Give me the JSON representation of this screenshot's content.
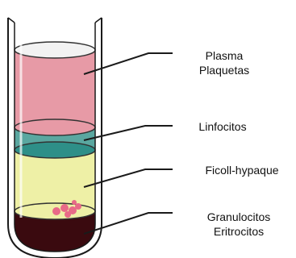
{
  "layers": [
    {
      "id": "plasma",
      "lines": [
        "Plasma",
        "Plaquetas"
      ],
      "color": "#e79aa6"
    },
    {
      "id": "linfocitos",
      "lines": [
        "Linfocitos"
      ],
      "color": "#5aa7a0"
    },
    {
      "id": "ficoll",
      "lines": [
        "Ficoll-hypaque"
      ],
      "color": "#eef0a6"
    },
    {
      "id": "granulocitos",
      "lines": [
        "Granulocitos",
        "Eritrocitos"
      ],
      "color": "#3a0a0f"
    }
  ]
}
